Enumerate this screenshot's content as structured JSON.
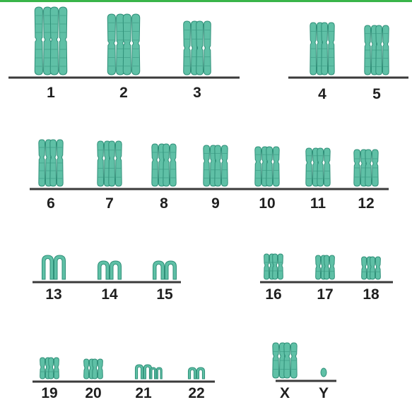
{
  "colors": {
    "chromosome_fill": "#5fc0a6",
    "chromosome_edge": "#2f8f78",
    "baseline": "#3a3a3a",
    "label": "#1f1f1f",
    "top_rule": "#39b54a"
  },
  "chromosomes": [
    {
      "label": "1",
      "shape": "metacentric-large"
    },
    {
      "label": "2",
      "shape": "metacentric-large"
    },
    {
      "label": "3",
      "shape": "metacentric"
    },
    {
      "label": "4",
      "shape": "submetacentric"
    },
    {
      "label": "5",
      "shape": "submetacentric"
    },
    {
      "label": "6",
      "shape": "submetacentric"
    },
    {
      "label": "7",
      "shape": "submetacentric"
    },
    {
      "label": "8",
      "shape": "submetacentric"
    },
    {
      "label": "9",
      "shape": "submetacentric"
    },
    {
      "label": "10",
      "shape": "submetacentric"
    },
    {
      "label": "11",
      "shape": "submetacentric"
    },
    {
      "label": "12",
      "shape": "submetacentric"
    },
    {
      "label": "13",
      "shape": "acrocentric"
    },
    {
      "label": "14",
      "shape": "acrocentric"
    },
    {
      "label": "15",
      "shape": "acrocentric"
    },
    {
      "label": "16",
      "shape": "metacentric-small"
    },
    {
      "label": "17",
      "shape": "metacentric-small"
    },
    {
      "label": "18",
      "shape": "metacentric-small"
    },
    {
      "label": "19",
      "shape": "metacentric-small"
    },
    {
      "label": "20",
      "shape": "metacentric-small"
    },
    {
      "label": "21",
      "shape": "acrocentric-small"
    },
    {
      "label": "22",
      "shape": "acrocentric-small"
    },
    {
      "label": "X",
      "shape": "submetacentric"
    },
    {
      "label": "Y",
      "shape": "acrocentric-tiny"
    }
  ]
}
